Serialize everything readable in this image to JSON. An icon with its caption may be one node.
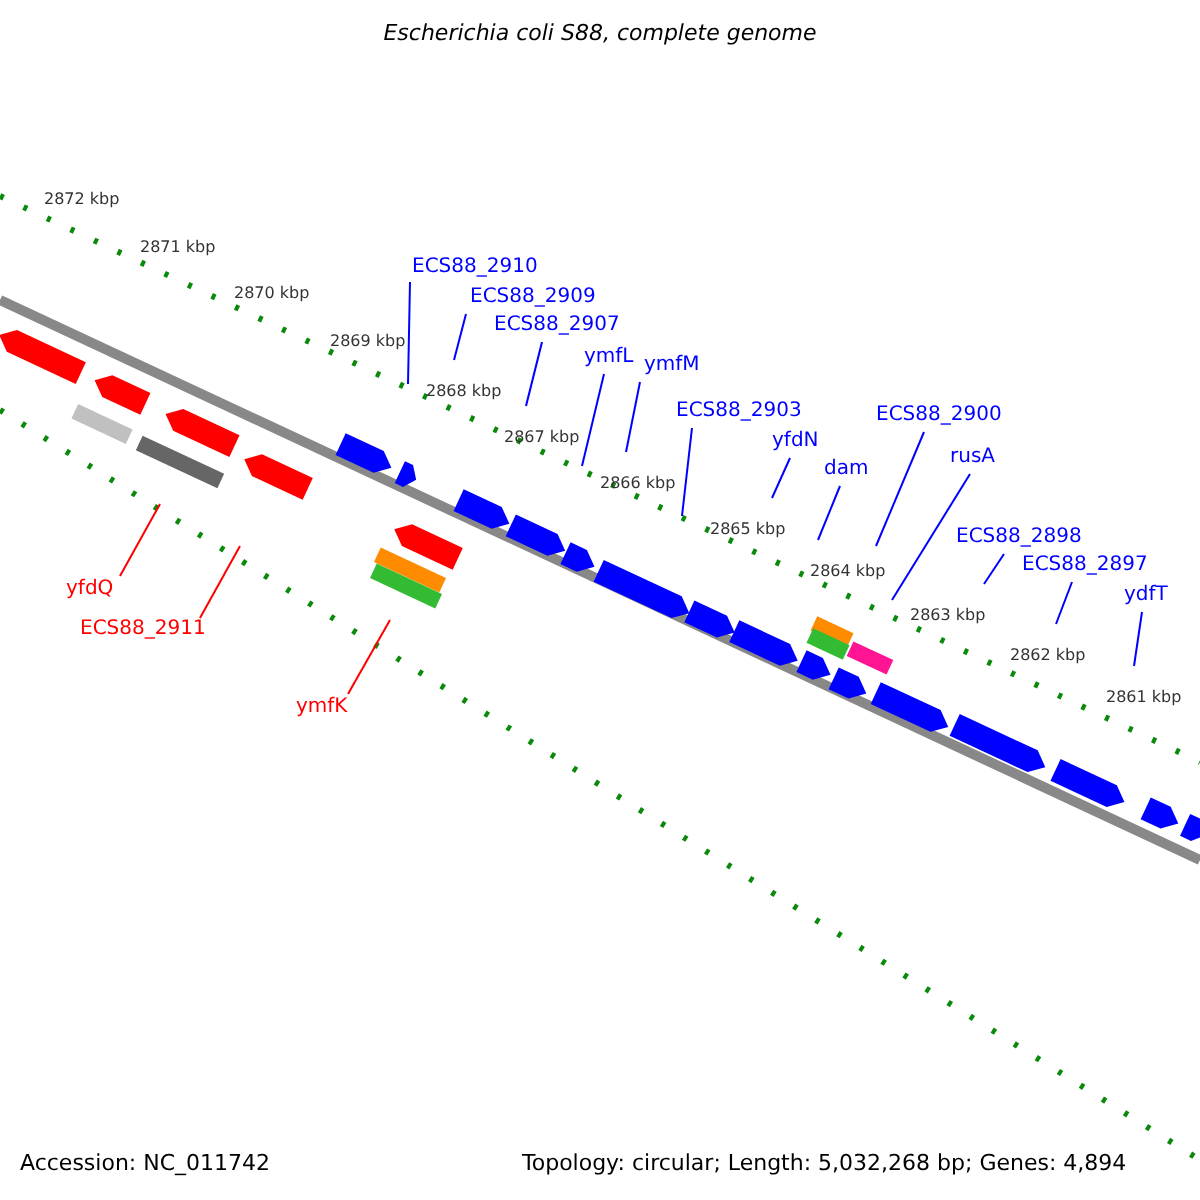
{
  "diagram": {
    "title": "Escherichia coli S88, complete genome",
    "nodes": [
      {
        "text": [
          "ECS88_2910"
        ]
      },
      {
        "text": [
          "ECS88_2909"
        ]
      },
      {
        "text": [
          "ECS88_2907"
        ]
      },
      {
        "text": [
          "ymfL"
        ]
      },
      {
        "text": [
          "ymfM"
        ]
      },
      {
        "text": [
          "ECS88_2903"
        ]
      },
      {
        "text": [
          "yfdN"
        ]
      },
      {
        "text": [
          "dam"
        ]
      },
      {
        "text": [
          "ECS88_2900"
        ]
      },
      {
        "text": [
          "rusA"
        ]
      },
      {
        "text": [
          "ECS88_2898"
        ]
      },
      {
        "text": [
          "ECS88_2897"
        ]
      },
      {
        "text": [
          "ydfT"
        ]
      },
      {
        "text": [
          "yfdQ"
        ]
      },
      {
        "text": [
          "ECS88_2911"
        ]
      },
      {
        "text": [
          "ymfK"
        ]
      }
    ],
    "edges": [
      {
        "from": 0,
        "to": null,
        "arrow": "none"
      },
      {
        "from": 1,
        "to": null,
        "arrow": "none"
      },
      {
        "from": 2,
        "to": null,
        "arrow": "none"
      },
      {
        "from": 3,
        "to": null,
        "arrow": "none"
      },
      {
        "from": 4,
        "to": null,
        "arrow": "none"
      },
      {
        "from": 5,
        "to": null,
        "arrow": "none"
      },
      {
        "from": 6,
        "to": null,
        "arrow": "none"
      },
      {
        "from": 7,
        "to": null,
        "arrow": "none"
      },
      {
        "from": 8,
        "to": null,
        "arrow": "none"
      },
      {
        "from": 9,
        "to": null,
        "arrow": "none"
      },
      {
        "from": 10,
        "to": null,
        "arrow": "none"
      },
      {
        "from": 11,
        "to": null,
        "arrow": "none"
      },
      {
        "from": 12,
        "to": null,
        "arrow": "none"
      },
      {
        "from": 13,
        "to": null,
        "arrow": "none",
        "color": "#ff0000"
      },
      {
        "from": 14,
        "to": null,
        "arrow": "none",
        "color": "#ff0000"
      },
      {
        "from": 15,
        "to": null,
        "arrow": "none",
        "color": "#ff0000"
      }
    ],
    "labels": [
      "2872 kbp",
      "2871 kbp",
      "2870 kbp",
      "2869 kbp",
      "2868 kbp",
      "2867 kbp",
      "2866 kbp",
      "2865 kbp",
      "2864 kbp",
      "2863 kbp",
      "2862 kbp",
      "2861 kbp",
      "Accession: NC_011742",
      "Topology: circular; Length: 5,032,268 bp; Genes: 4,894"
    ]
  }
}
